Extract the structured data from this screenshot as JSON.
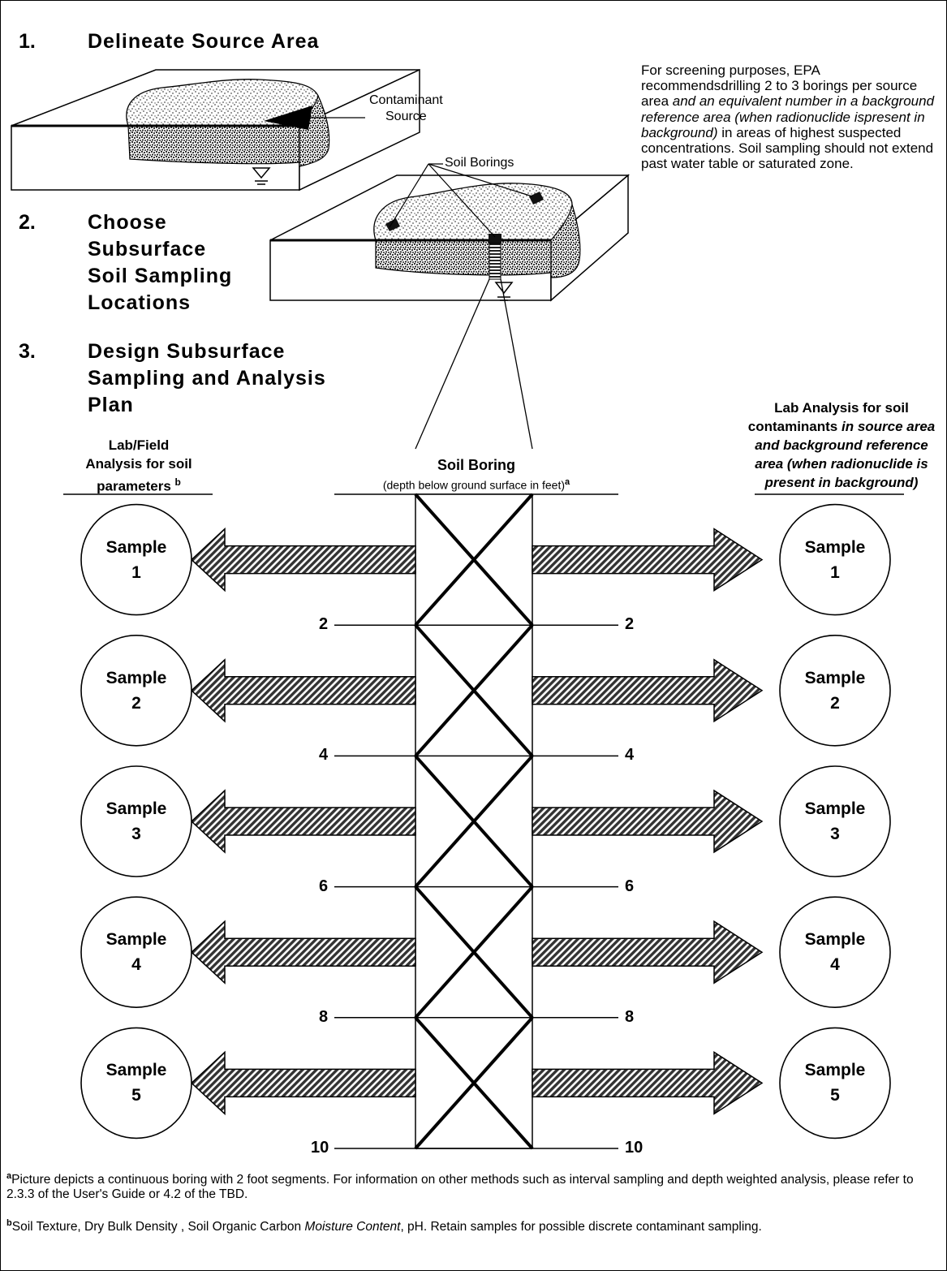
{
  "steps": [
    {
      "number": "1.",
      "title": "Delineate Source Area"
    },
    {
      "number": "2.",
      "title_lines": [
        "Choose",
        "Subsurface",
        "Soil Sampling",
        "Locations"
      ]
    },
    {
      "number": "3.",
      "title_lines": [
        "Design Subsurface",
        "Sampling and Analysis",
        "Plan"
      ]
    }
  ],
  "labels": {
    "contaminant_source": [
      "Contaminant",
      "Source"
    ],
    "soil_borings": "Soil Borings"
  },
  "note": {
    "part1": "For screening purposes, EPA recommendsdrilling 2 to 3 borings per source area ",
    "part2_italic": "and an equivalent number in a background reference area (when radionuclide ispresent in background)",
    "part3": " in areas of highest suspected concentrations. Soil sampling should not extend past water table or saturated zone."
  },
  "left_header": {
    "lines": [
      "Lab/Field",
      "Analysis for soil",
      "parameters"
    ],
    "sup": "b"
  },
  "center_header": {
    "title": "Soil Boring",
    "subtitle": "(depth below ground surface in feet)",
    "sup": "a"
  },
  "right_header": {
    "bold": "Lab Analysis for soil contaminants ",
    "bold_italic": "in source area and background reference area (when radionuclide is present in background)"
  },
  "samples": [
    {
      "word": "Sample",
      "number": "1"
    },
    {
      "word": "Sample",
      "number": "2"
    },
    {
      "word": "Sample",
      "number": "3"
    },
    {
      "word": "Sample",
      "number": "4"
    },
    {
      "word": "Sample",
      "number": "5"
    }
  ],
  "depth_marks": [
    "2",
    "4",
    "6",
    "8",
    "10"
  ],
  "footnotes": {
    "a": {
      "marker": "a",
      "text": "Picture depicts a continuous boring with 2 foot segments.  For information on other methods such as interval sampling and depth weighted analysis, please refer to 2.3.3 of the User's Guide or 4.2 of the TBD."
    },
    "b": {
      "marker": "b",
      "text_before": "Soil Texture, Dry  Bulk Density , Soil Organic Carbon ",
      "text_italic": "Moisture Content",
      "text_after": ", pH.  Retain samples for possible discrete contaminant sampling."
    }
  },
  "colors": {
    "arrow_fill": "#333333",
    "speckle": "#666666"
  },
  "icons": [
    "water-table-icon"
  ]
}
